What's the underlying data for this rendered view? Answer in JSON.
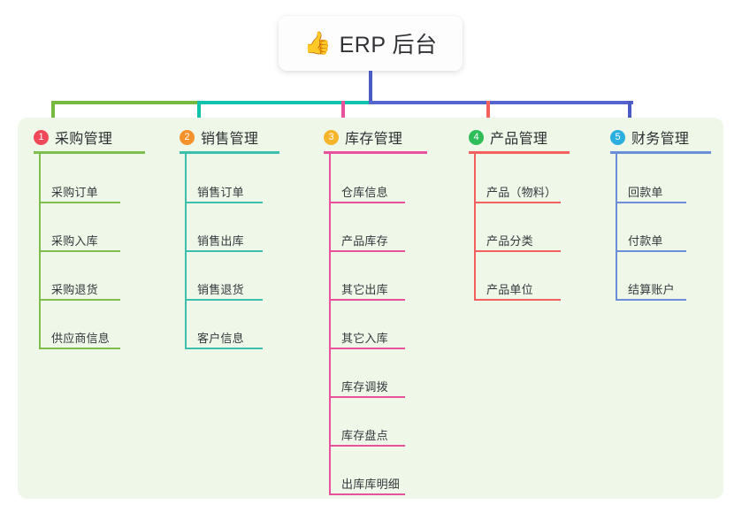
{
  "title": {
    "emoji": "👍",
    "emoji_name": "thumbs-up-icon",
    "text": "ERP 后台"
  },
  "panel": {
    "background": "#eef7e8"
  },
  "connectors": {
    "trunk_color": "#4a5bc4",
    "segments": [
      {
        "name": "green-segment",
        "color": "#76b93f"
      },
      {
        "name": "teal-segment",
        "color": "#0fc3ad"
      },
      {
        "name": "indigo-segment",
        "color": "#5565cd"
      }
    ],
    "drops": [
      {
        "name": "drop-purchase",
        "color": "#76b93f"
      },
      {
        "name": "drop-sales",
        "color": "#0fc3ad"
      },
      {
        "name": "drop-inventory",
        "color": "#e8519b"
      },
      {
        "name": "drop-product",
        "color": "#f4605e"
      },
      {
        "name": "drop-finance",
        "color": "#4a5bc4"
      }
    ]
  },
  "columns": [
    {
      "id": "purchase",
      "number": "1",
      "title": "采购管理",
      "badge_color": "#f04a5a",
      "line_color": "#7dbe4e",
      "items": [
        "采购订单",
        "采购入库",
        "采购退货",
        "供应商信息"
      ]
    },
    {
      "id": "sales",
      "number": "2",
      "title": "销售管理",
      "badge_color": "#f5912b",
      "line_color": "#3dbfae",
      "items": [
        "销售订单",
        "销售出库",
        "销售退货",
        "客户信息"
      ]
    },
    {
      "id": "inventory",
      "number": "3",
      "title": "库存管理",
      "badge_color": "#f5b429",
      "line_color": "#e8519b",
      "items": [
        "仓库信息",
        "产品库存",
        "其它出库",
        "其它入库",
        "库存调拨",
        "库存盘点",
        "出库库明细"
      ]
    },
    {
      "id": "product",
      "number": "4",
      "title": "产品管理",
      "badge_color": "#2ebd59",
      "line_color": "#f4605e",
      "items": [
        "产品（物料）",
        "产品分类",
        "产品单位"
      ]
    },
    {
      "id": "finance",
      "number": "5",
      "title": "财务管理",
      "badge_color": "#2bafe0",
      "line_color": "#6a8fd8",
      "items": [
        "回款单",
        "付款单",
        "结算账户"
      ]
    }
  ]
}
